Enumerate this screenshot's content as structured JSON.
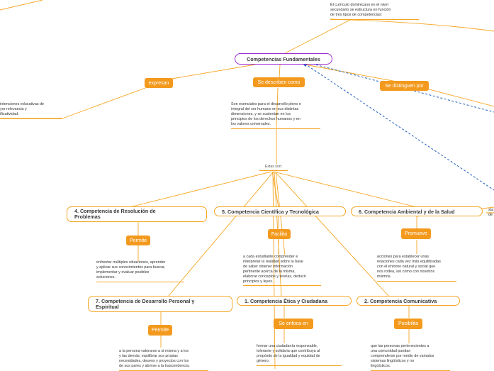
{
  "nodes": {
    "intro": "El currículo dominicano en el nivel\nsecundario se estructura en función\nde tres tipos de competencias:",
    "root": "Competencias Fundamentales",
    "expresan": "expresan",
    "describen": "Se describen como",
    "distinguen": "Se distinguen por",
    "left_text": "intenciones educativas de\nyor relevancia y\nificatividad.",
    "definition": "Son esenciales para el desarrollo pleno e\níntegral del ser humano en sus distintas\ndimensiones, y se sustentan en los\nprincipios de los derechos humanos y en\nlos valores universales.",
    "estas": "Estas son:",
    "right_cut": "sta\nde",
    "c4": "4.     Competencia de Resolución de\nProblemas",
    "c5": "5.     Competencia Científica y Tecnológica",
    "c6": "6.     Competencia Ambiental y de la Salud",
    "c7": "7.     Competencia de Desarrollo Personal y\nEspiritual",
    "c1": "1.     Competencia Ética y Ciudadana",
    "c2": "2.     Competencia Comunicativa",
    "permite1": "Permite",
    "facilita": "Facilita",
    "promueve": "Promueve",
    "permite2": "Permite",
    "enfoca": "Se enfoca en",
    "posibilita": "Posibilita",
    "t4": "enfrentar múltiples situaciones, aprender\ny aplicar sus conocimientos para buscar,\nimplementar y evaluar posibles\nsoluciones.",
    "t5": "a cada estudiante comprender e\ninterpretar la realidad sobre la base\nde saber obtener información\npertinente acerca de la misma,\nelaborar conceptos y teorías, deducir\nprincipios y leyes.",
    "t6": "acciones para establecer unas\nrelaciones cada vez más equilibradas\ncon el entorno natural y social que\nnos rodea, así como con nosotros\nmismos.",
    "t7": "a la persona valorarse a sí misma y a los\ny las demás, equilibrar sus propias\nnecesidades, deseos y proyectos con los\nde sus pares y abrirse a la trascendencia.",
    "t1": "formar una ciudadanía responsable,\ntolerante y solidaria que contribuya al\npropósito de la igualdad y equidad de\ngénero.",
    "t2": "que las personas pertenecientes a\nuna comunidad puedan\ncomprenderse por medio de variados\nsistemas lingüísticos y no\nlingüísticos."
  },
  "colors": {
    "accent": "#f39a1e",
    "root_border": "#9b2bd1",
    "dashed_link": "#1f5fbf"
  }
}
